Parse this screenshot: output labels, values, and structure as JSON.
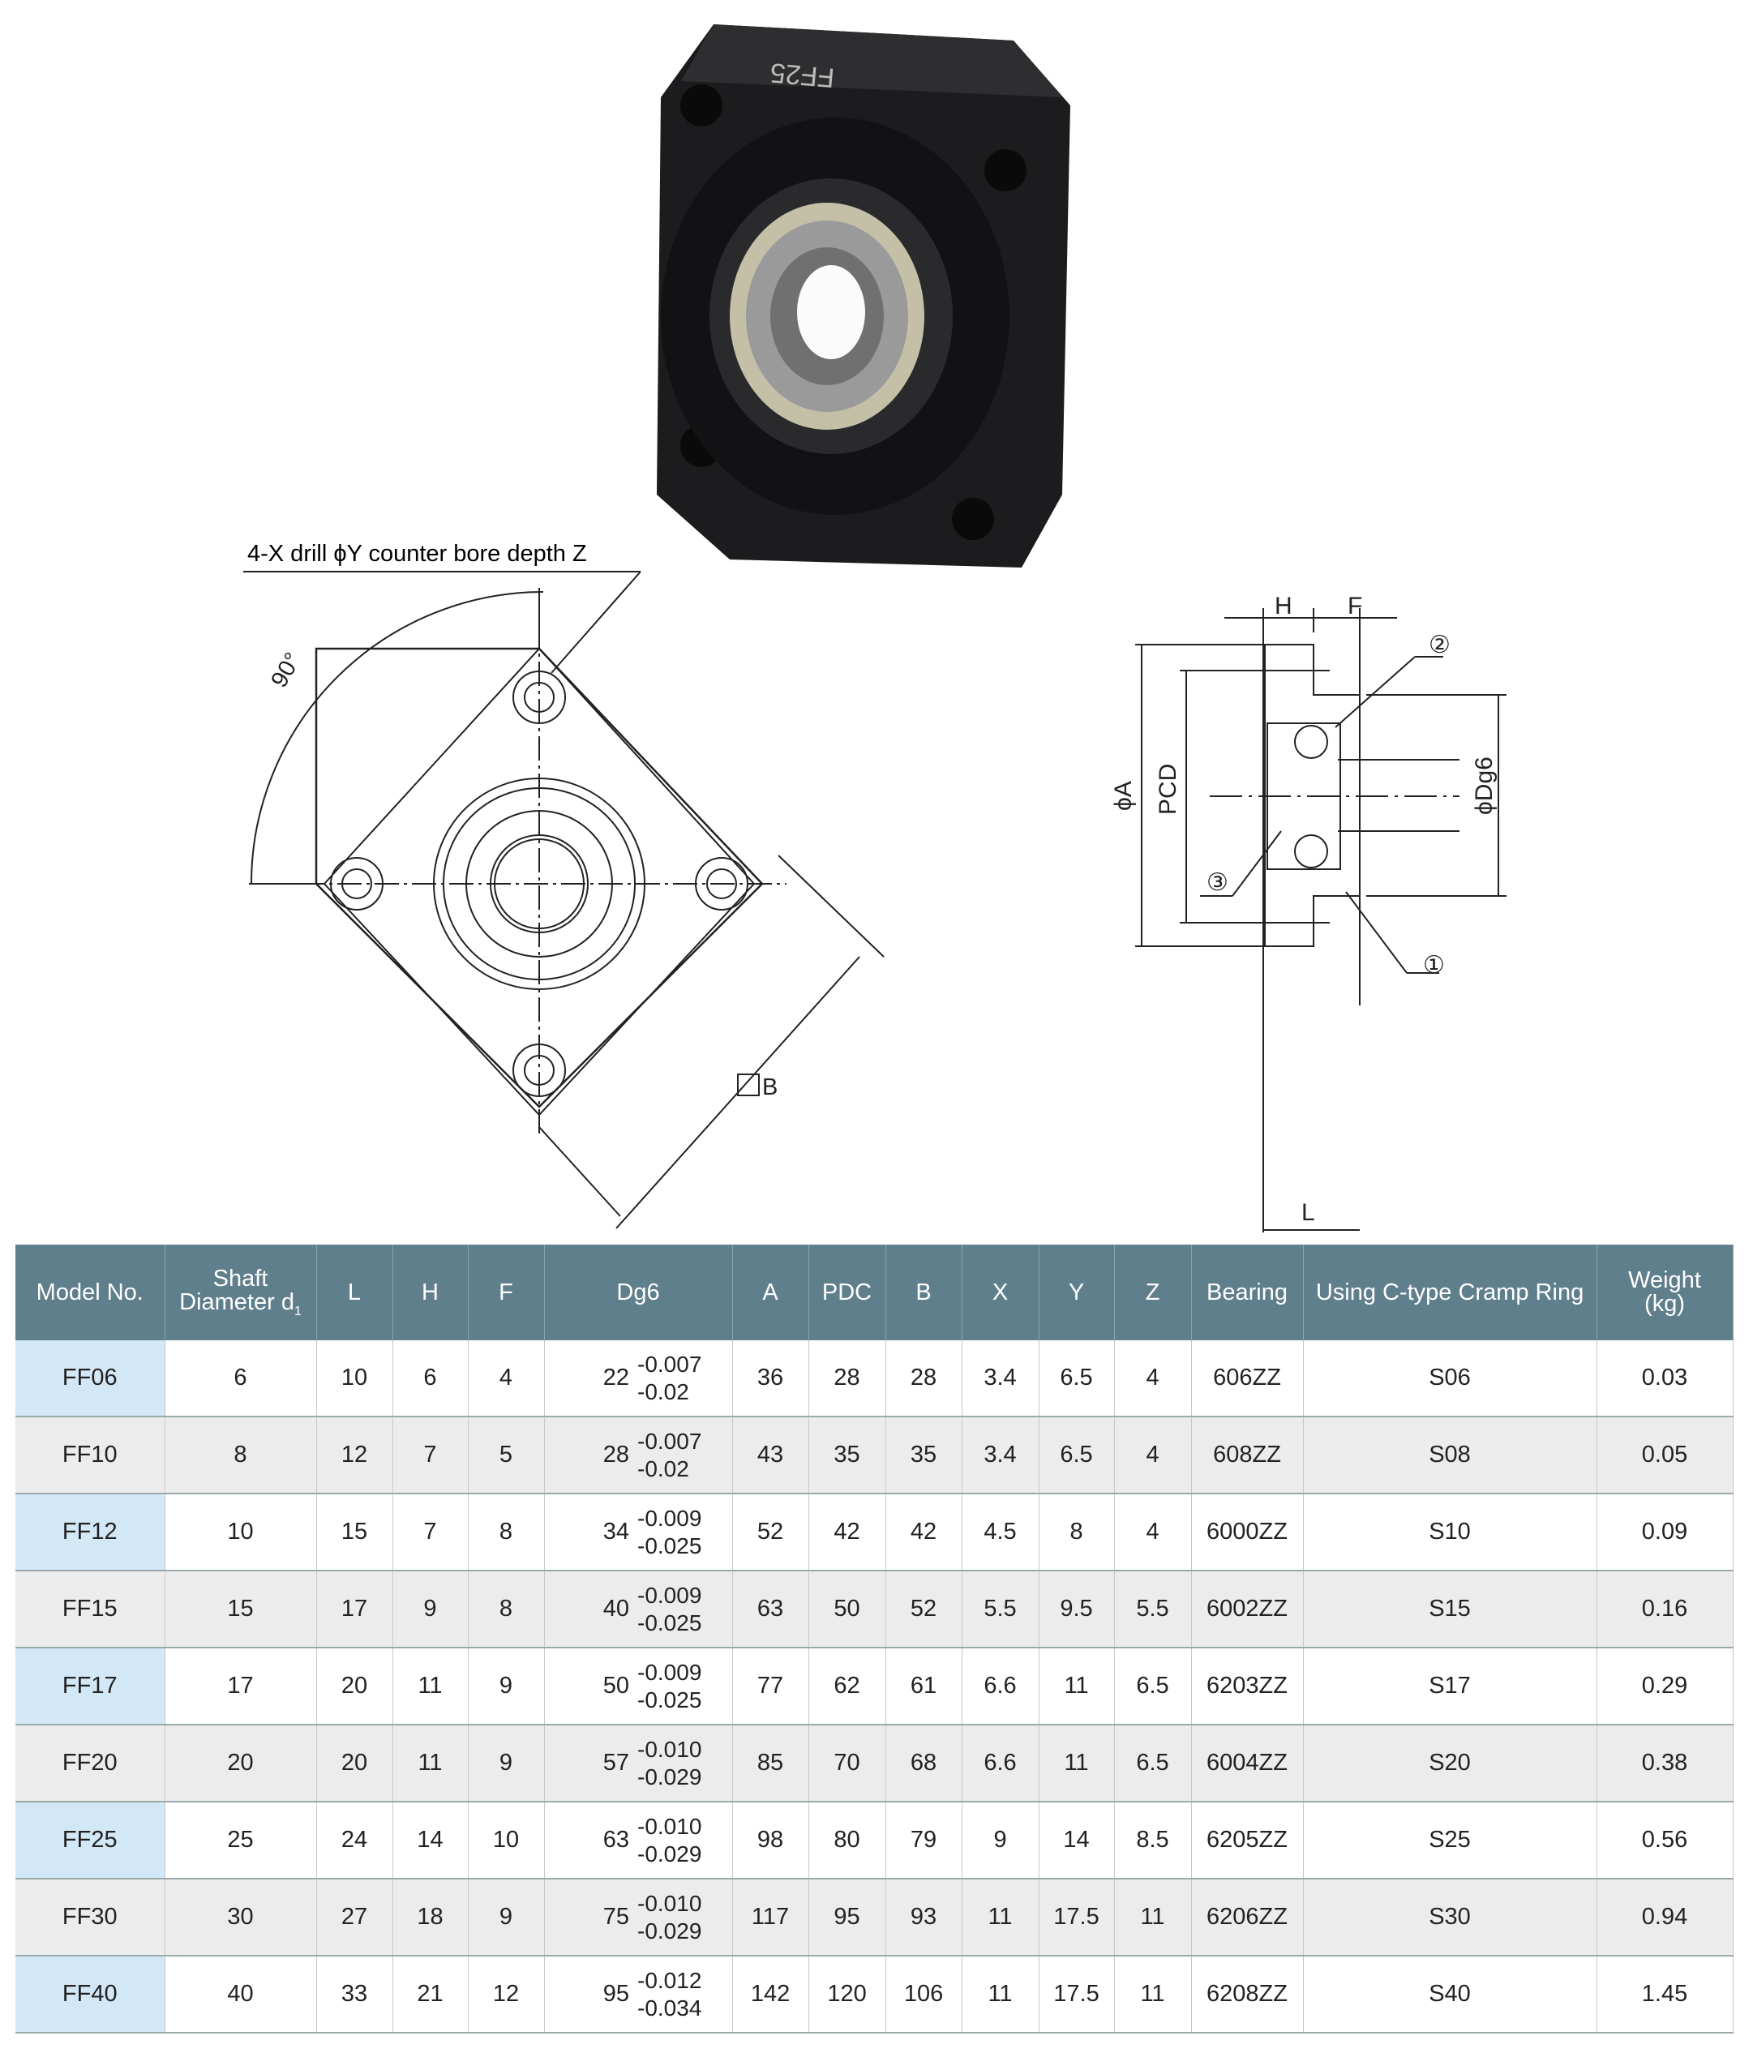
{
  "photo": {
    "engraving": "FF25"
  },
  "front_view": {
    "note": "4-X drill ϕY counter bore depth Z",
    "angle": "90°",
    "square_label": "B"
  },
  "side_view": {
    "labels": {
      "H": "H",
      "F": "F",
      "L": "L",
      "A": "ϕA",
      "PCD": "PCD",
      "D": "ϕDg6",
      "c1": "①",
      "c2": "②",
      "c3": "③"
    }
  },
  "table": {
    "headers": {
      "model": "Model No.",
      "shaft1": "Shaft",
      "shaft2": "Diameter d",
      "shaft_sub": "1",
      "L": "L",
      "H": "H",
      "F": "F",
      "Dg6": "Dg6",
      "A": "A",
      "PDC": "PDC",
      "B": "B",
      "X": "X",
      "Y": "Y",
      "Z": "Z",
      "bearing": "Bearing",
      "ring": "Using C-type Cramp Ring",
      "weight1": "Weight",
      "weight2": "(kg)"
    },
    "rows": [
      {
        "model": "FF06",
        "d": "6",
        "L": "10",
        "H": "6",
        "F": "4",
        "D": "22",
        "tu": "-0.007",
        "tl": "-0.02",
        "A": "36",
        "PDC": "28",
        "B": "28",
        "X": "3.4",
        "Y": "6.5",
        "Z": "4",
        "bearing": "606ZZ",
        "ring": "S06",
        "weight": "0.03"
      },
      {
        "model": "FF10",
        "d": "8",
        "L": "12",
        "H": "7",
        "F": "5",
        "D": "28",
        "tu": "-0.007",
        "tl": "-0.02",
        "A": "43",
        "PDC": "35",
        "B": "35",
        "X": "3.4",
        "Y": "6.5",
        "Z": "4",
        "bearing": "608ZZ",
        "ring": "S08",
        "weight": "0.05"
      },
      {
        "model": "FF12",
        "d": "10",
        "L": "15",
        "H": "7",
        "F": "8",
        "D": "34",
        "tu": "-0.009",
        "tl": "-0.025",
        "A": "52",
        "PDC": "42",
        "B": "42",
        "X": "4.5",
        "Y": "8",
        "Z": "4",
        "bearing": "6000ZZ",
        "ring": "S10",
        "weight": "0.09"
      },
      {
        "model": "FF15",
        "d": "15",
        "L": "17",
        "H": "9",
        "F": "8",
        "D": "40",
        "tu": "-0.009",
        "tl": "-0.025",
        "A": "63",
        "PDC": "50",
        "B": "52",
        "X": "5.5",
        "Y": "9.5",
        "Z": "5.5",
        "bearing": "6002ZZ",
        "ring": "S15",
        "weight": "0.16"
      },
      {
        "model": "FF17",
        "d": "17",
        "L": "20",
        "H": "11",
        "F": "9",
        "D": "50",
        "tu": "-0.009",
        "tl": "-0.025",
        "A": "77",
        "PDC": "62",
        "B": "61",
        "X": "6.6",
        "Y": "11",
        "Z": "6.5",
        "bearing": "6203ZZ",
        "ring": "S17",
        "weight": "0.29"
      },
      {
        "model": "FF20",
        "d": "20",
        "L": "20",
        "H": "11",
        "F": "9",
        "D": "57",
        "tu": "-0.010",
        "tl": "-0.029",
        "A": "85",
        "PDC": "70",
        "B": "68",
        "X": "6.6",
        "Y": "11",
        "Z": "6.5",
        "bearing": "6004ZZ",
        "ring": "S20",
        "weight": "0.38"
      },
      {
        "model": "FF25",
        "d": "25",
        "L": "24",
        "H": "14",
        "F": "10",
        "D": "63",
        "tu": "-0.010",
        "tl": "-0.029",
        "A": "98",
        "PDC": "80",
        "B": "79",
        "X": "9",
        "Y": "14",
        "Z": "8.5",
        "bearing": "6205ZZ",
        "ring": "S25",
        "weight": "0.56"
      },
      {
        "model": "FF30",
        "d": "30",
        "L": "27",
        "H": "18",
        "F": "9",
        "D": "75",
        "tu": "-0.010",
        "tl": "-0.029",
        "A": "117",
        "PDC": "95",
        "B": "93",
        "X": "11",
        "Y": "17.5",
        "Z": "11",
        "bearing": "6206ZZ",
        "ring": "S30",
        "weight": "0.94"
      },
      {
        "model": "FF40",
        "d": "40",
        "L": "33",
        "H": "21",
        "F": "12",
        "D": "95",
        "tu": "-0.012",
        "tl": "-0.034",
        "A": "142",
        "PDC": "120",
        "B": "106",
        "X": "11",
        "Y": "17.5",
        "Z": "11",
        "bearing": "6208ZZ",
        "ring": "S40",
        "weight": "1.45"
      }
    ]
  }
}
